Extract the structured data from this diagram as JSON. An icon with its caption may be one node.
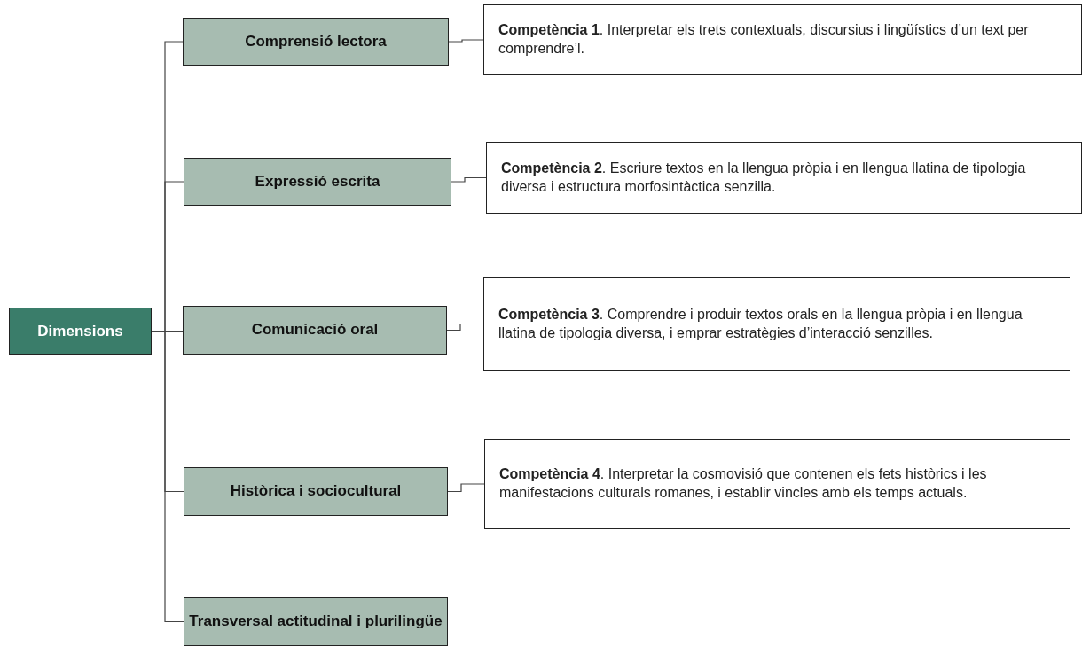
{
  "diagram": {
    "nodes": [
      {
        "text": [
          "Dimensions"
        ]
      },
      {
        "text": [
          "Comprensió lectora"
        ]
      },
      {
        "text": [
          "Expressió escrita"
        ]
      },
      {
        "text": [
          "Comunicació oral"
        ]
      },
      {
        "text": [
          "Històrica i sociocultural"
        ]
      },
      {
        "text": [
          "Transversal actitudinal i plurilingüe"
        ]
      },
      {
        "text": [
          "**Competència 1**. Interpretar els trets contextuals, discursius i lingüístics d’un text per comprendre’l."
        ]
      },
      {
        "text": [
          "**Competència 2**. Escriure textos en la llengua pròpia i en llengua llatina de tipologia diversa i estructura morfosintàctica senzilla."
        ]
      },
      {
        "text": [
          "**Competència 3**. Comprendre i produir textos orals en la llengua pròpia i en llengua llatina de tipologia diversa, i emprar estratègies d’interacció senzilles."
        ]
      },
      {
        "text": [
          "**Competència 4**. Interpretar la cosmovisió que contenen els fets històrics i les manifestacions culturals romanes, i establir vincles amb els temps actuals."
        ]
      }
    ],
    "edges": [
      {
        "from": 0,
        "to": 1,
        "arrow": "none"
      },
      {
        "from": 0,
        "to": 2,
        "arrow": "none"
      },
      {
        "from": 0,
        "to": 3,
        "arrow": "none"
      },
      {
        "from": 0,
        "to": 4,
        "arrow": "none"
      },
      {
        "from": 0,
        "to": 5,
        "arrow": "none"
      },
      {
        "from": 1,
        "to": 6,
        "arrow": "none"
      },
      {
        "from": 2,
        "to": 7,
        "arrow": "none"
      },
      {
        "from": 3,
        "to": 8,
        "arrow": "none"
      },
      {
        "from": 4,
        "to": 9,
        "arrow": "none"
      }
    ]
  }
}
